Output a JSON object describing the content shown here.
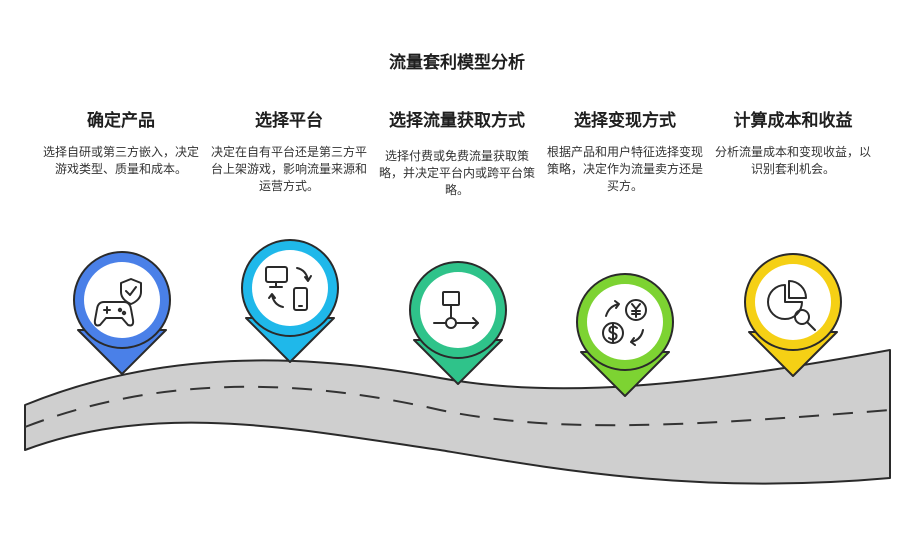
{
  "title": "流量套利模型分析",
  "steps": [
    {
      "heading": "确定产品",
      "description": "选择自研或第三方嵌入，决定游戏类型、质量和成本。",
      "color": "#4a80e8",
      "icon": "gamepad-shield-icon"
    },
    {
      "heading": "选择平台",
      "description": "决定在自有平台还是第三方平台上架游戏，影响流量来源和运营方式。",
      "color": "#1fb8ea",
      "icon": "devices-sync-icon"
    },
    {
      "heading": "选择流量获取方式",
      "description": "选择付费或免费流量获取策略，并决定平台内或跨平台策略。",
      "color": "#2fc38a",
      "icon": "flowchart-icon"
    },
    {
      "heading": "选择变现方式",
      "description": "根据产品和用户特征选择变现策略，决定作为流量卖方还是买方。",
      "color": "#7dd332",
      "icon": "currency-exchange-icon"
    },
    {
      "heading": "计算成本和收益",
      "description": "分析流量成本和变现收益，以识别套利机会。",
      "color": "#f5d015",
      "icon": "chart-analysis-icon"
    }
  ]
}
